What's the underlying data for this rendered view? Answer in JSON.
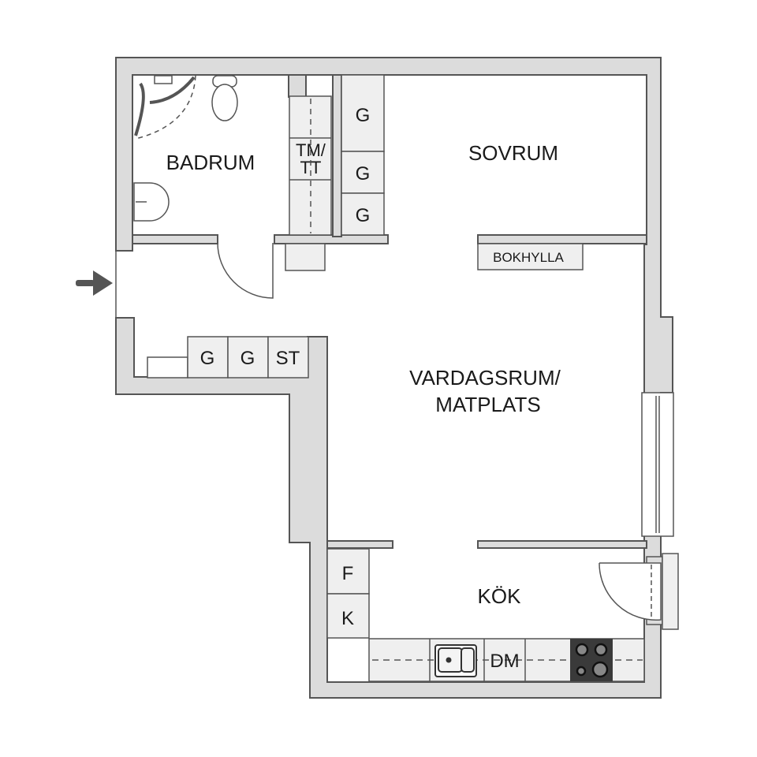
{
  "rooms": {
    "bathroom": "BADRUM",
    "bedroom": "SOVRUM",
    "living_line1": "VARDAGSRUM/",
    "living_line2": "MATPLATS",
    "kitchen": "KÖK"
  },
  "fixtures": {
    "washer_line1": "TM/",
    "washer_line2": "TT",
    "wardrobe": "G",
    "storage": "ST",
    "bookshelf": "BOKHYLLA",
    "fridge": "F",
    "freezer": "K",
    "dishwasher": "DM"
  },
  "colors": {
    "wall": "#dcdcdc",
    "line": "#555555",
    "fixture": "#efefef",
    "stove": "#3a3a3a"
  }
}
